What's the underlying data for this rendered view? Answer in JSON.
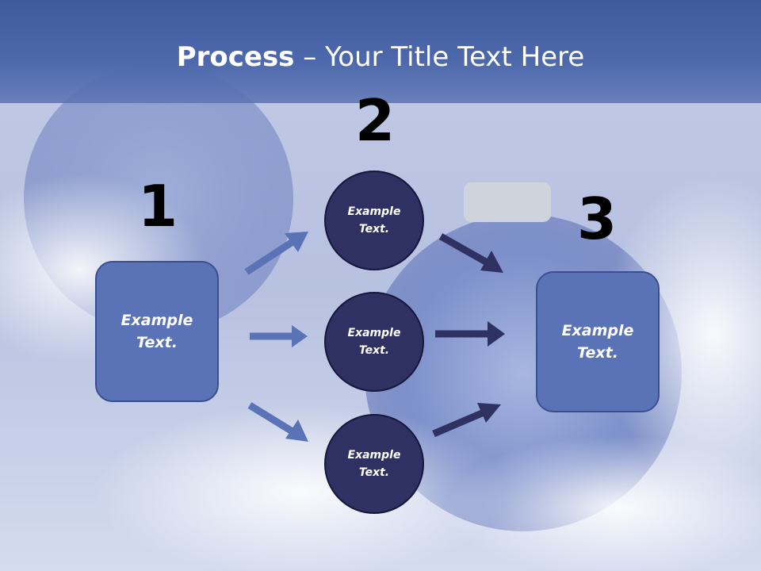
{
  "title": {
    "bold": "Process",
    "rest": " – Your Title Text Here"
  },
  "steps": [
    {
      "number": "1",
      "text": "Example\nText."
    },
    {
      "number": "2",
      "text": "Example\nText."
    },
    {
      "number": "3",
      "text": "Example\nText."
    }
  ],
  "circles": [
    {
      "text": "Example\nText."
    },
    {
      "text": "Example\nText."
    },
    {
      "text": "Example\nText."
    }
  ],
  "colors": {
    "title_band": "#4d69ac",
    "box_fill": "#5a72b6",
    "circle_fill": "#2f3163",
    "arrow_light": "#5a72b6",
    "arrow_dark": "#2f3163"
  }
}
